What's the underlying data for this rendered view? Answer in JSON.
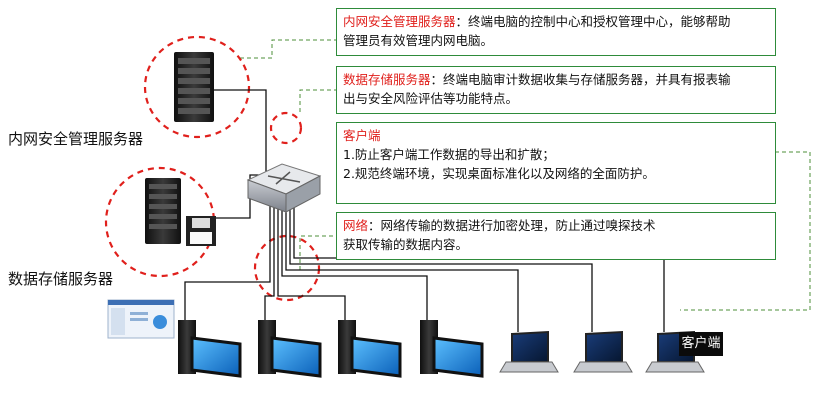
{
  "labels": {
    "security_server": "内网安全管理服务器",
    "storage_server": "数据存储服务器",
    "client_tag": "客户端"
  },
  "callouts": {
    "security": {
      "title": "内网安全管理服务器",
      "text_line1": "：终端电脑的控制中心和授权管理中心，能够帮助",
      "text_line2": "管理员有效管理内网电脑。"
    },
    "storage": {
      "title": "数据存储服务器",
      "text_line1": "：终端电脑审计数据收集与存储服务器，并具有报表输",
      "text_line2": "出与安全风险评估等功能特点。"
    },
    "client": {
      "title": "客户端",
      "item1": "1.防止客户端工作数据的导出和扩散；",
      "item2": "2.规范终端环境，实现桌面标准化以及网络的全面防护。"
    },
    "network": {
      "title": "网络",
      "text_line1": "：网络传输的数据进行加密处理，防止通过嗅探技术",
      "text_line2": "获取传输的数据内容。"
    }
  },
  "colors": {
    "accent_red": "#e0201c",
    "callout_border": "#2e8b3a",
    "screen_blue": "#1f8fe0"
  }
}
